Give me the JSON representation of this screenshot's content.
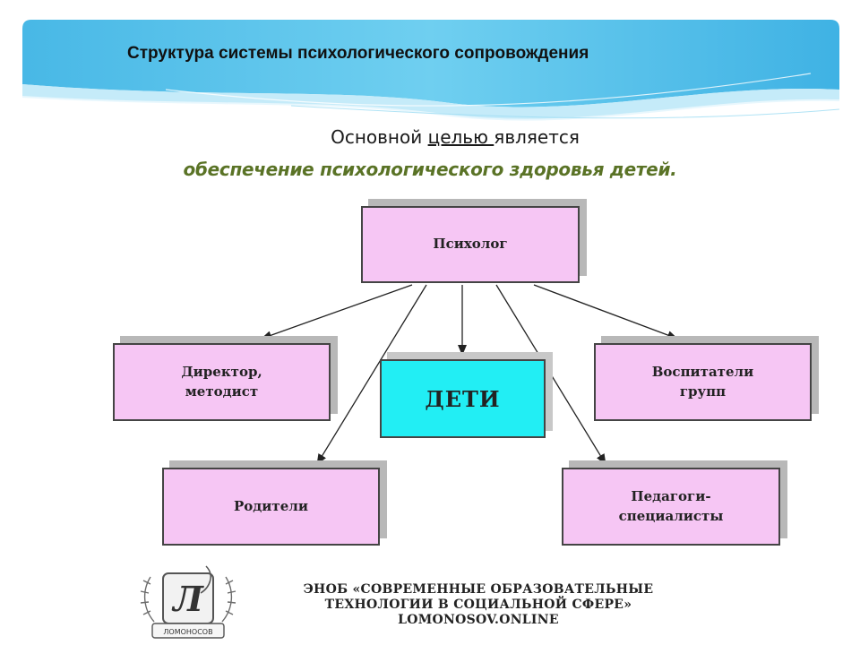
{
  "slide": {
    "title": "Структура системы психологического  сопровождения"
  },
  "goal": {
    "lead": "Основной ",
    "keyword": "целью ",
    "trail": " является",
    "statement": "обеспечение психологического здоровья детей."
  },
  "diagram": {
    "nodes": {
      "psychologist": "Психолог",
      "director": "Директор,\nметодист",
      "children": "ДЕТИ",
      "educators": "Воспитатели\nгрупп",
      "parents": "Родители",
      "specialists": "Педагоги-\nспециалисты"
    },
    "colors": {
      "node_fill": "#f6c6f4",
      "center_fill": "#22eef4",
      "shadow": "#b8b8b8"
    }
  },
  "footer": {
    "line1": "ЭНОБ «СОВРЕМЕННЫЕ ОБРАЗОВАТЕЛЬНЫЕ",
    "line2": "ТЕХНОЛОГИИ В СОЦИАЛЬНОЙ СФЕРЕ»",
    "line3": "LOMONOSOV.ONLINE",
    "logo_letter": "Л",
    "logo_caption": "ЛОМОНОСОВ"
  }
}
